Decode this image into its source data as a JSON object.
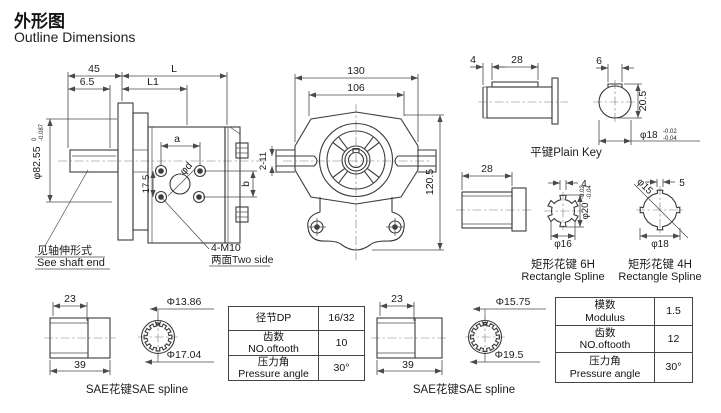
{
  "title": {
    "zh": "外形图",
    "en": "Outline Dimensions"
  },
  "left_view": {
    "d45": "45",
    "dL": "L",
    "d65": "6.5",
    "dL1": "L1",
    "phi82": "φ82.55",
    "phi82_up": "0",
    "phi82_dn": "-0.087",
    "a": "a",
    "d175": "17.5",
    "b": "b",
    "phid": "φd",
    "slot": "2-11",
    "bolt": "4-M10",
    "bolt2": "两面Two side",
    "shaft_zh": "见轴伸形式",
    "shaft_en": "See shaft end"
  },
  "front_view": {
    "d130": "130",
    "d106": "106",
    "d1205": "120.5"
  },
  "plain_key": {
    "d4": "4",
    "d28": "28",
    "d6": "6",
    "d205": "20.5",
    "phi18": "φ18",
    "up": "-0.02",
    "dn": "-0.04",
    "label": "平键Plain Key"
  },
  "spline6": {
    "d28": "28",
    "d4": "4",
    "phi16": "φ16",
    "phi20": "φ20",
    "up": "-0.02",
    "dn": "-0.04",
    "zh": "矩形花键 6H",
    "en": "Rectangle Spline"
  },
  "spline4": {
    "d5": "5",
    "phi15": "φ15",
    "phi18": "φ18",
    "zh": "矩形花键 4H",
    "en": "Rectangle Spline"
  },
  "sae1": {
    "d23": "23",
    "d39": "39",
    "p1": "Φ13.86",
    "p2": "Φ17.04",
    "label": "SAE花键SAE spline",
    "table": {
      "rows": [
        {
          "zh": "径节DP",
          "en": "",
          "val": "16/32"
        },
        {
          "zh": "齿数",
          "en": "NO.oftooth",
          "val": "10"
        },
        {
          "zh": "压力角",
          "en": "Pressure angle",
          "val": "30°"
        }
      ]
    }
  },
  "sae2": {
    "d23": "23",
    "d39": "39",
    "p1": "Φ15.75",
    "p2": "Φ19.5",
    "label": "SAE花键SAE spline",
    "table": {
      "rows": [
        {
          "zh": "模数",
          "en": "Modulus",
          "val": "1.5"
        },
        {
          "zh": "齿数",
          "en": "NO.oftooth",
          "val": "12"
        },
        {
          "zh": "压力角",
          "en": "Pressure angle",
          "val": "30°"
        }
      ]
    }
  }
}
